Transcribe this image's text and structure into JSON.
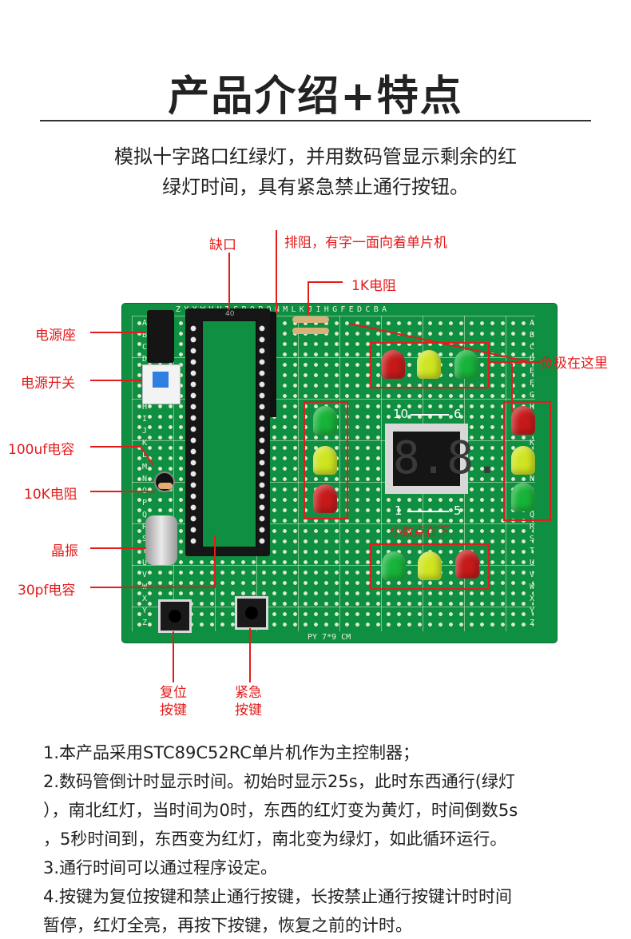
{
  "title": "产品介绍+特点",
  "intro": {
    "line1": "模拟十字路口红绿灯，并用数码管显示剩余的红",
    "line2": "绿灯时间，具有紧急禁止通行按钮。"
  },
  "callouts": {
    "notch": "缺口",
    "resistor_array": "排阻，有字一面向着单片机",
    "resistor_1k": "1K电阻",
    "power_jack": "电源座",
    "power_switch": "电源开关",
    "cap_100uf": "100uf电容",
    "resistor_10k": "10K电阻",
    "crystal": "晶振",
    "cap_30pf": "30pf电容",
    "negative_here": "负极在这里",
    "reset_button": [
      "复位",
      "按键"
    ],
    "emergency_button": [
      "紧急",
      "按键"
    ]
  },
  "board": {
    "socket_pin_label": "40",
    "count_top_from": "10",
    "count_top_to": "6",
    "count_bottom_from": "1",
    "count_bottom_to": "5",
    "decimal_point_note": "小数点在下",
    "display_digits": "8.8.",
    "top_letters": "ZYXWVUTSRQPONMLKJIHGFEDCBA",
    "left_letters": "ABCDEFGHIJKLMNOPQRSTUVWXYZ",
    "right_letters": "ABCDEFGHIJKLMNOPQRSTUVWXYZ",
    "silkscreen": "PY 7*9 CM"
  },
  "features": [
    "1.本产品采用STC89C52RC单片机作为主控制器；",
    "2.数码管倒计时显示时间。初始时显示25s，此时东西通行(绿灯",
    "），南北红灯，当时间为0时，东西的红灯变为黄灯，时间倒数5s",
    "，5秒时间到，东西变为红灯，南北变为绿灯，如此循环运行。",
    "3.通行时间可以通过程序设定。",
    "4.按键为复位按键和禁止通行按键，长按禁止通行按键计时时间",
    "暂停，红灯全亮，再按下按键，恢复之前的计时。"
  ],
  "colors": {
    "board": "#0f8f42",
    "annotation": "#e41b1b"
  }
}
